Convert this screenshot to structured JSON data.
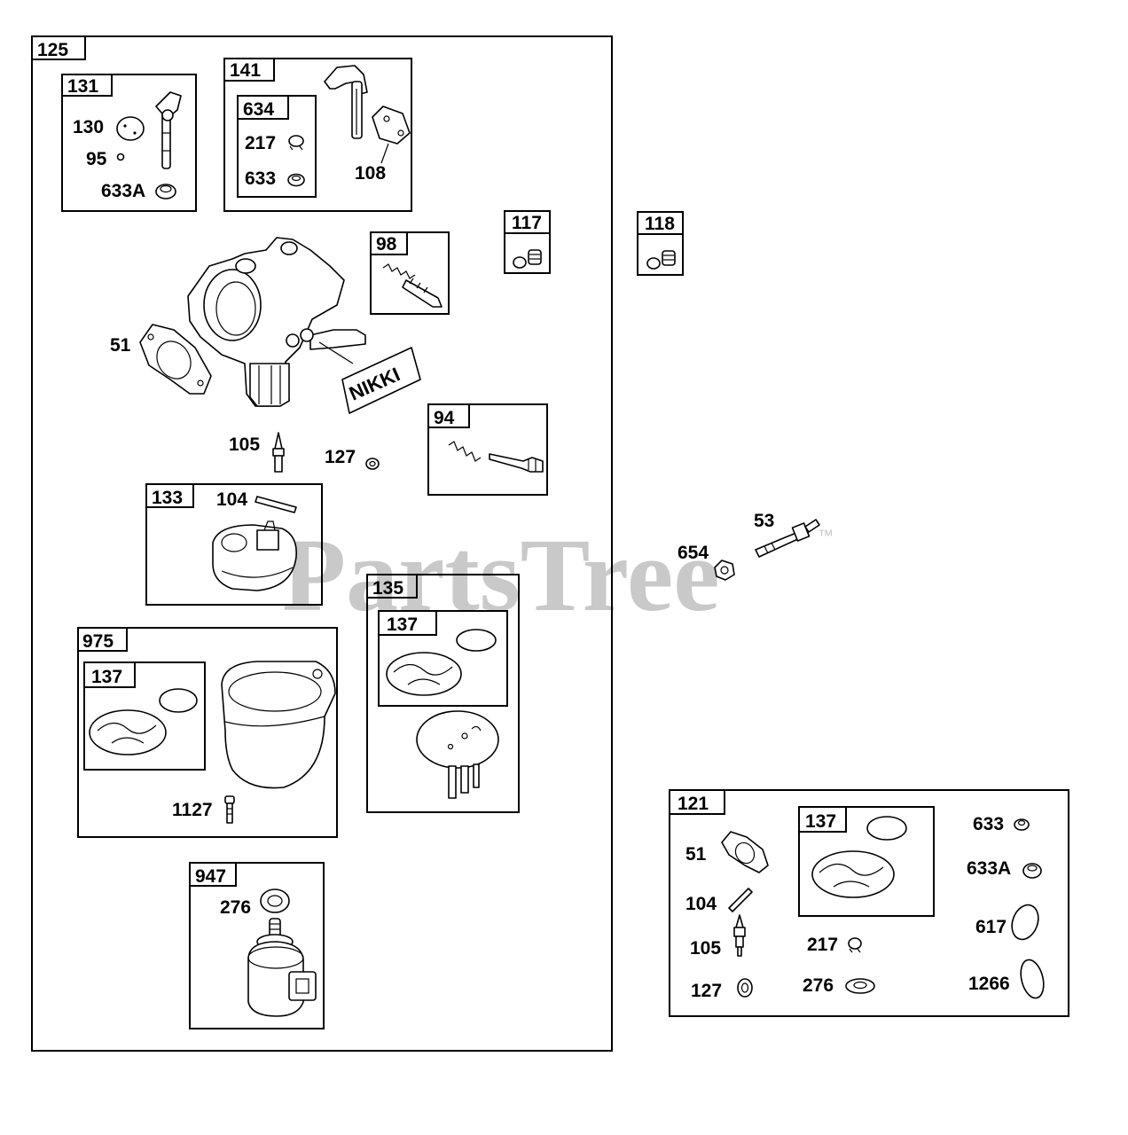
{
  "watermark": {
    "text": "PartsTree",
    "trademark": "™"
  },
  "brand_tag": "NIKKI",
  "groups": {
    "g125": "125",
    "g131": "131",
    "g141": "141",
    "g634": "634",
    "g117": "117",
    "g118": "118",
    "g98": "98",
    "g94": "94",
    "g133": "133",
    "g135": "135",
    "g137a": "137",
    "g975": "975",
    "g137b": "137",
    "g947": "947",
    "g121": "121",
    "g137c": "137"
  },
  "labels": {
    "p130": "130",
    "p95": "95",
    "p633a_1": "633A",
    "p217_1": "217",
    "p633_1": "633",
    "p108": "108",
    "p51_1": "51",
    "p105_1": "105",
    "p127_1": "127",
    "p104_1": "104",
    "p654": "654",
    "p53": "53",
    "p1127": "1127",
    "p276_1": "276",
    "p51_2": "51",
    "p104_2": "104",
    "p105_2": "105",
    "p127_2": "127",
    "p217_2": "217",
    "p276_2": "276",
    "p633_2": "633",
    "p633a_2": "633A",
    "p617": "617",
    "p1266": "1266"
  }
}
